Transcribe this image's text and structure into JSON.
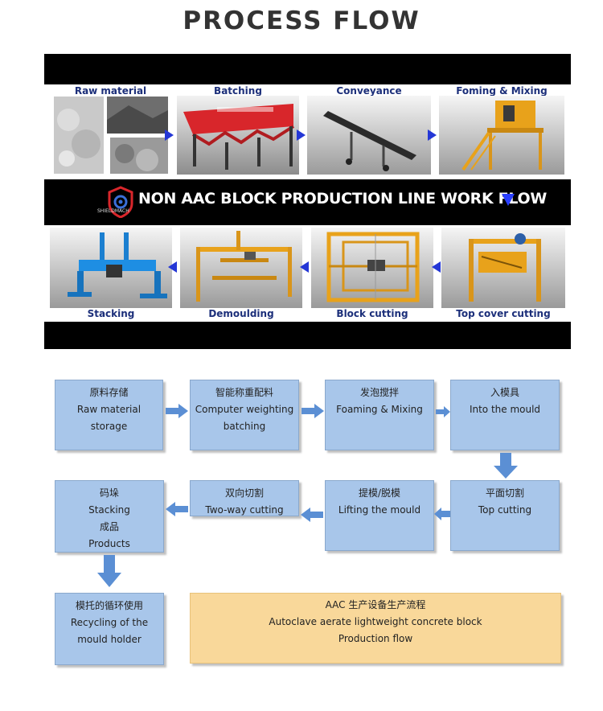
{
  "title": "PROCESS FLOW",
  "photo_panel": {
    "top_row": [
      {
        "label": "Raw material"
      },
      {
        "label": "Batching"
      },
      {
        "label": "Conveyance"
      },
      {
        "label": "Foming & Mixing"
      }
    ],
    "banner": {
      "logo_text": "SHIELDMACH",
      "text": "NON AAC BLOCK PRODUCTION LINE WORK FLOW"
    },
    "bottom_row": [
      {
        "label": "Stacking"
      },
      {
        "label": "Demoulding"
      },
      {
        "label": "Block cutting"
      },
      {
        "label": "Top cover cutting"
      }
    ]
  },
  "flow": {
    "boxes": [
      {
        "zh": "原料存储",
        "en": [
          "Raw material",
          "storage"
        ]
      },
      {
        "zh": "智能称重配料",
        "en": [
          "Computer weighting",
          "batching"
        ]
      },
      {
        "zh": "发泡搅拌",
        "en": [
          "Foaming & Mixing"
        ]
      },
      {
        "zh": "入模具",
        "en": [
          "Into the mould"
        ]
      },
      {
        "zh": "平面切割",
        "en": [
          "Top cutting"
        ]
      },
      {
        "zh": "提模/脱模",
        "en": [
          "Lifting the mould"
        ]
      },
      {
        "zh": "双向切割",
        "en": [
          "Two-way cutting"
        ]
      },
      {
        "zh": "码垛",
        "en": [
          "Stacking",
          "成品",
          "Products"
        ]
      },
      {
        "zh": "模托的循环使用",
        "en": [
          "Recycling of the",
          "mould holder"
        ]
      }
    ],
    "summary": {
      "zh": "AAC 生产设备生产流程",
      "en": [
        "Autoclave aerate lightweight concrete block",
        "Production flow"
      ]
    }
  },
  "colors": {
    "box_fill": "#a8c6ea",
    "summary_fill": "#f9d89a",
    "photo_arrow": "#2437d6",
    "flow_arrow": "#5b8fd4"
  }
}
